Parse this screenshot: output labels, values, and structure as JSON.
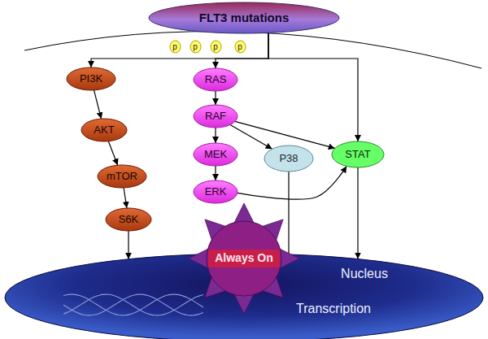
{
  "diagram": {
    "nodes": [
      {
        "text": [
          "FLT3 mutations"
        ]
      },
      {
        "text": [
          "p"
        ]
      },
      {
        "text": [
          "p"
        ]
      },
      {
        "text": [
          "p"
        ]
      },
      {
        "text": [
          "p"
        ]
      },
      {
        "text": [
          "PI3K"
        ]
      },
      {
        "text": [
          "RAS"
        ]
      },
      {
        "text": [
          "AKT"
        ]
      },
      {
        "text": [
          "RAF"
        ]
      },
      {
        "text": [
          "MEK"
        ]
      },
      {
        "text": [
          "P38"
        ]
      },
      {
        "text": [
          "STAT"
        ]
      },
      {
        "text": [
          "mTOR"
        ]
      },
      {
        "text": [
          "ERK"
        ]
      },
      {
        "text": [
          "S6K"
        ]
      },
      {
        "text": [
          "Always On"
        ]
      },
      {
        "text": [
          "Nucleus",
          "Transcription"
        ]
      }
    ],
    "edges": [
      {
        "from": 0,
        "to": 5,
        "arrow": "to"
      },
      {
        "from": 0,
        "to": 6,
        "arrow": "to"
      },
      {
        "from": 0,
        "to": 11,
        "arrow": "to"
      },
      {
        "from": 5,
        "to": 7,
        "arrow": "to"
      },
      {
        "from": 7,
        "to": 12,
        "arrow": "to"
      },
      {
        "from": 12,
        "to": 14,
        "arrow": "to"
      },
      {
        "from": 14,
        "to": 16,
        "arrow": "to"
      },
      {
        "from": 6,
        "to": 8,
        "arrow": "to"
      },
      {
        "from": 8,
        "to": 9,
        "arrow": "to"
      },
      {
        "from": 9,
        "to": 13,
        "arrow": "to"
      },
      {
        "from": 8,
        "to": 10,
        "arrow": "to"
      },
      {
        "from": 8,
        "to": 11,
        "arrow": "to"
      },
      {
        "from": 13,
        "to": 11,
        "arrow": "to"
      },
      {
        "from": 10,
        "to": 16,
        "arrow": "none"
      },
      {
        "from": 11,
        "to": 16,
        "arrow": "to"
      }
    ]
  }
}
